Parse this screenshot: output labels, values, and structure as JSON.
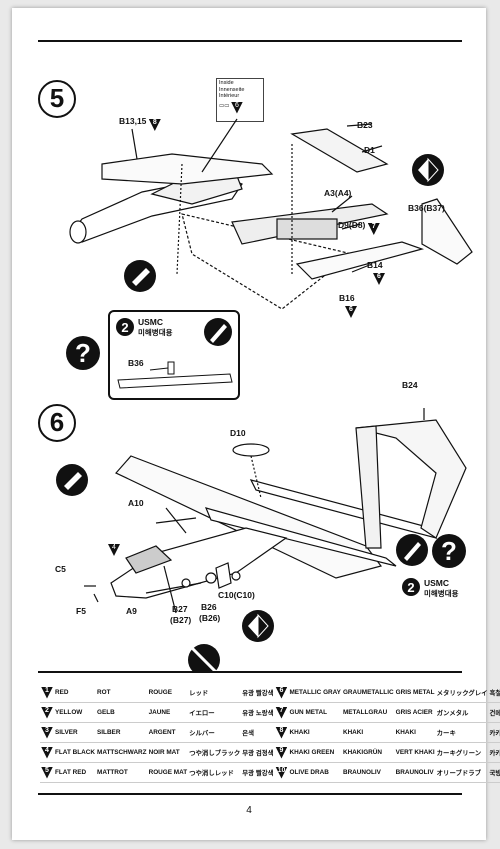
{
  "page": {
    "number": "4"
  },
  "step5": {
    "number": "5",
    "labels": {
      "b13_15": "B13,15",
      "b13_15_paint": "8",
      "b23": "B23",
      "d1": "D1",
      "a3": "A3(A4)",
      "d9": "D9(D8)",
      "d9_paint": "7",
      "b36_b37": "B36(B37)",
      "b14": "B14",
      "b14_paint": "6",
      "b16": "B16",
      "b16_paint": "6"
    },
    "inside_box": {
      "lines": [
        "Inside",
        "Innenseite",
        "Intérieur"
      ],
      "paint": "6"
    },
    "callout": {
      "number": "2",
      "title": "USMC",
      "subtitle": "미해병대용",
      "part": "B36"
    }
  },
  "step6": {
    "number": "6",
    "labels": {
      "b24": "B24",
      "d10": "D10",
      "a10": "A10",
      "c5": "C5",
      "f5": "F5",
      "a9": "A9",
      "b27": "B27",
      "b27_alt": "(B27)",
      "b26": "B26",
      "b26_alt": "(B26)",
      "c10": "C10(C10)",
      "nose_paint": "4"
    },
    "callout": {
      "number": "2",
      "title": "USMC",
      "subtitle": "미해병대용"
    }
  },
  "colors": [
    {
      "num": "1",
      "en": "RED",
      "de": "ROT",
      "fr": "ROUGE",
      "jp": "レッド",
      "kr": "유광 빨강색",
      "num2": "6",
      "en2": "METALLIC GRAY",
      "de2": "GRAUMETALLIC",
      "fr2": "GRIS METAL",
      "jp2": "メタリックグレイ",
      "kr2": "흑철색"
    },
    {
      "num": "2",
      "en": "YELLOW",
      "de": "GELB",
      "fr": "JAUNE",
      "jp": "イエロー",
      "kr": "유광 노랑색",
      "num2": "7",
      "en2": "GUN METAL",
      "de2": "METALLGRAU",
      "fr2": "GRIS ACIER",
      "jp2": "ガンメタル",
      "kr2": "건메탈"
    },
    {
      "num": "3",
      "en": "SILVER",
      "de": "SILBER",
      "fr": "ARGENT",
      "jp": "シルバー",
      "kr": "은색",
      "num2": "8",
      "en2": "KHAKI",
      "de2": "KHAKI",
      "fr2": "KHAKI",
      "jp2": "カーキ",
      "kr2": "카키색"
    },
    {
      "num": "4",
      "en": "FLAT BLACK",
      "de": "MATTSCHWARZ",
      "fr": "NOIR MAT",
      "jp": "つや消しブラック",
      "kr": "무광 검정색",
      "num2": "9",
      "en2": "KHAKI GREEN",
      "de2": "KHAKIGRÜN",
      "fr2": "VERT KHAKI",
      "jp2": "カーキグリーン",
      "kr2": "카키그린"
    },
    {
      "num": "5",
      "en": "FLAT RED",
      "de": "MATTROT",
      "fr": "ROUGE MAT",
      "jp": "つや消しレッド",
      "kr": "무광 빨강색",
      "num2": "10",
      "en2": "OLIVE DRAB",
      "de2": "BRAUNOLIV",
      "fr2": "BRAUNOLIV",
      "jp2": "オリーブドラブ",
      "kr2": "국방색"
    }
  ]
}
